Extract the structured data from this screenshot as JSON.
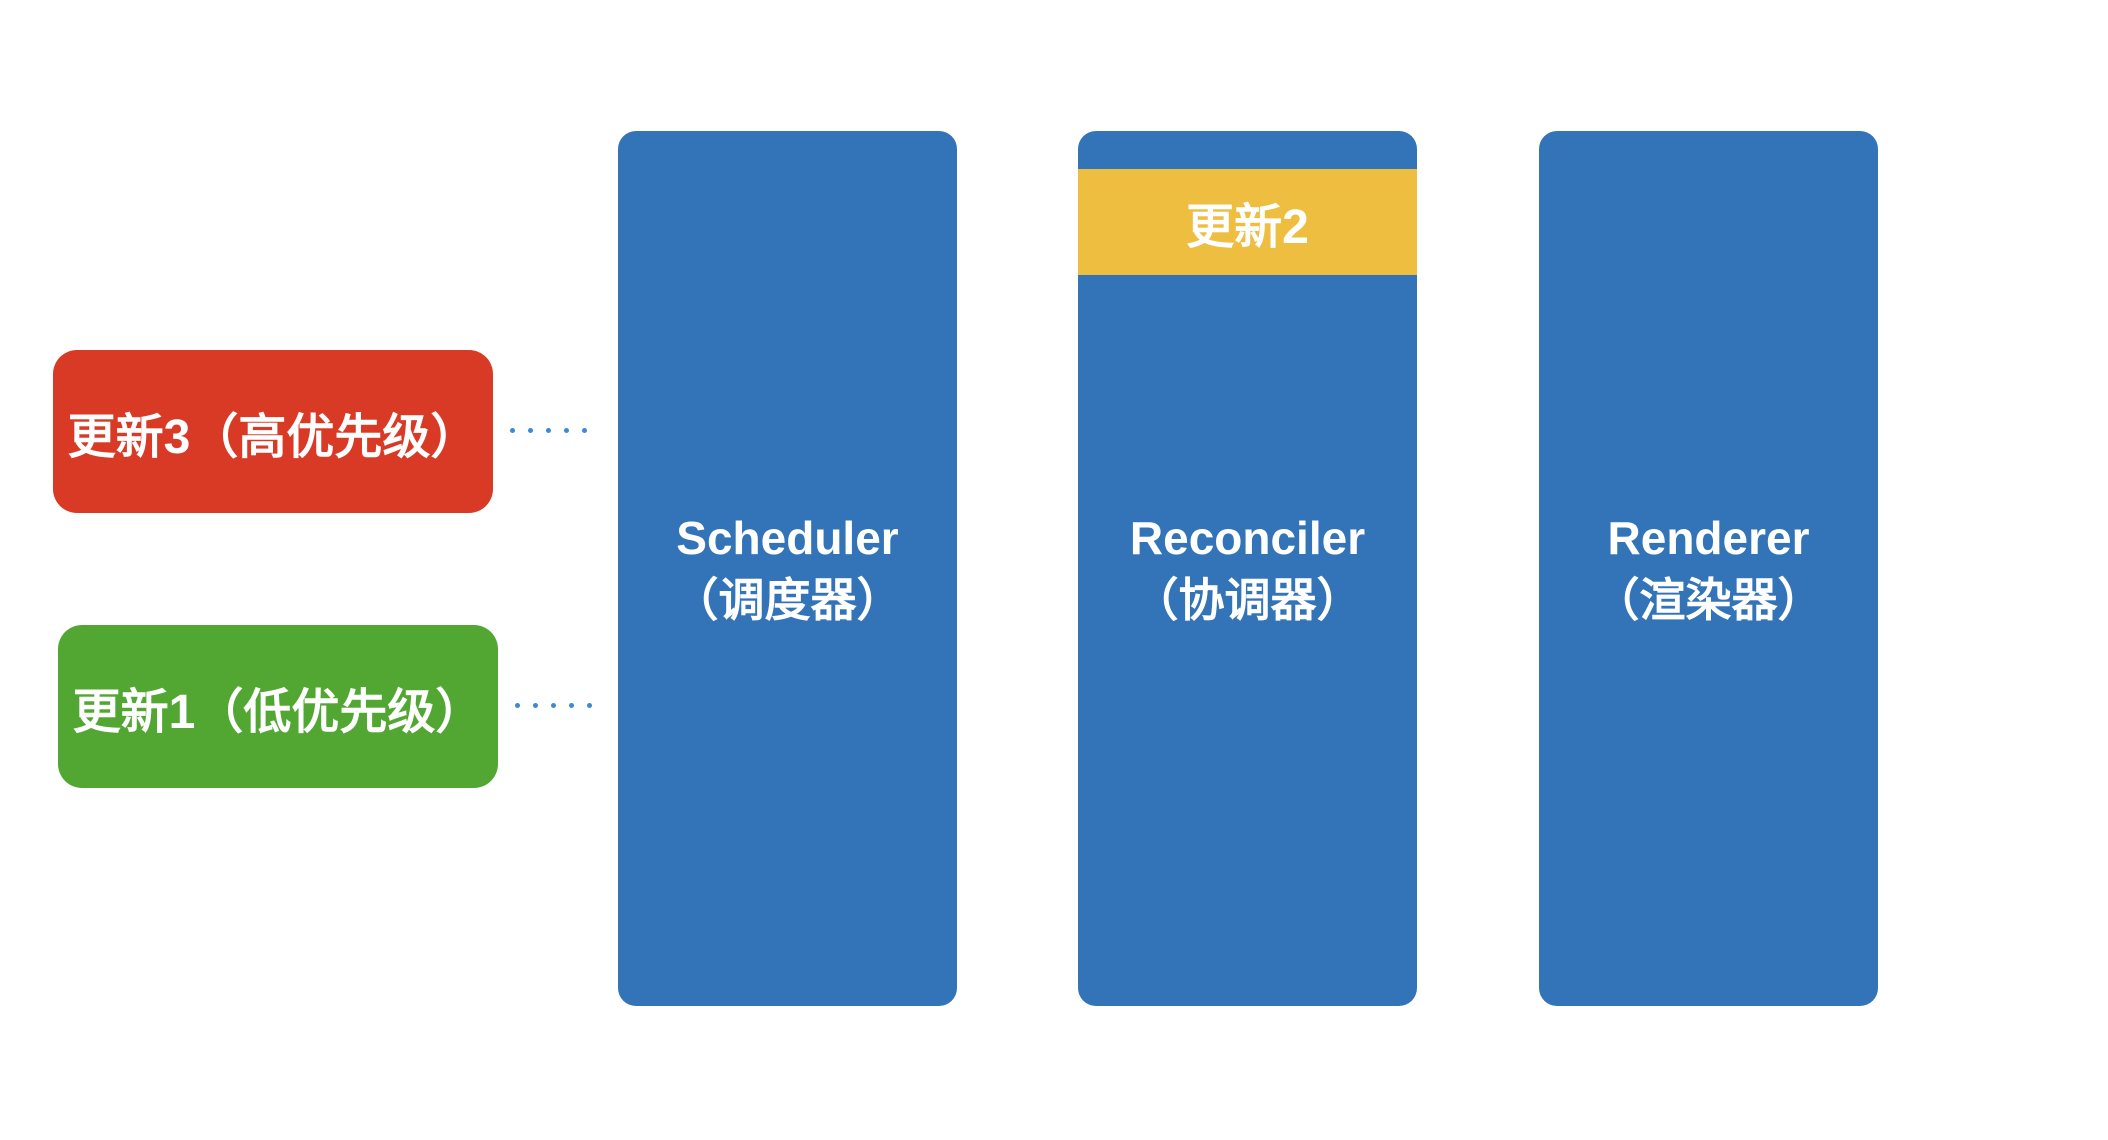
{
  "updates": {
    "high": {
      "label": "更新3（高优先级）",
      "color": "#d93a26"
    },
    "low": {
      "label": "更新1（低优先级）",
      "color": "#52a733"
    }
  },
  "columns": {
    "scheduler": {
      "name": "Scheduler",
      "cn": "（调度器）",
      "color": "#3274b7"
    },
    "reconciler": {
      "name": "Reconciler",
      "cn": "（协调器）",
      "color": "#3274b7",
      "current_update": {
        "label": "更新2",
        "color": "#eebe41"
      }
    },
    "renderer": {
      "name": "Renderer",
      "cn": "（渲染器）",
      "color": "#3274b7"
    }
  },
  "connector_color": "#3d8ad0"
}
